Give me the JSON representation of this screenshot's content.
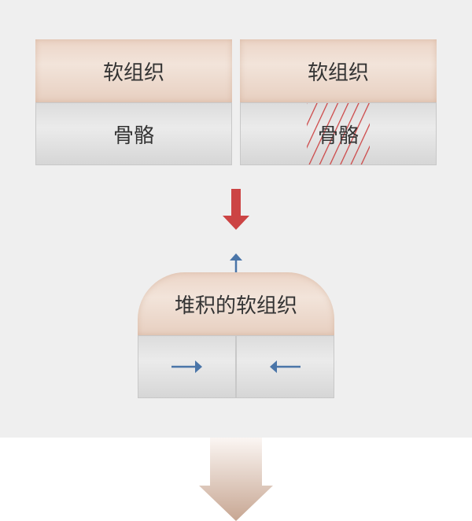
{
  "panels": [
    {
      "tissue": "软组织",
      "bone": "骨骼"
    },
    {
      "tissue": "软组织",
      "bone": "骨骼"
    }
  ],
  "result": {
    "tissue": "堆积的软组织"
  },
  "colors": {
    "red": "#cc4444",
    "blue": "#4a75a8",
    "tissue": "#ecd5c7",
    "bone": "#e0e0e0"
  }
}
